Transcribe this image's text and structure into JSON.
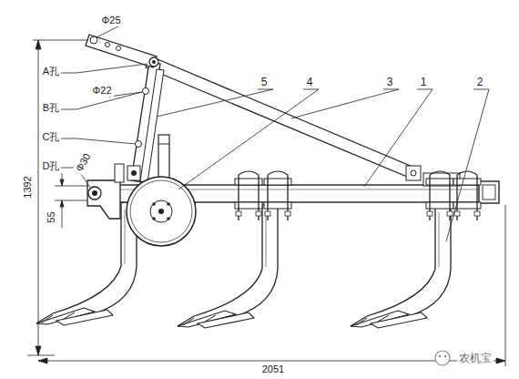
{
  "diagram": {
    "labels": [
      "Φ25",
      "A孔",
      "Φ22",
      "B孔",
      "C孔",
      "D孔",
      "Φ30",
      "1392",
      "55",
      "2051",
      "5",
      "4",
      "3",
      "1",
      "2",
      "农机宝"
    ]
  }
}
